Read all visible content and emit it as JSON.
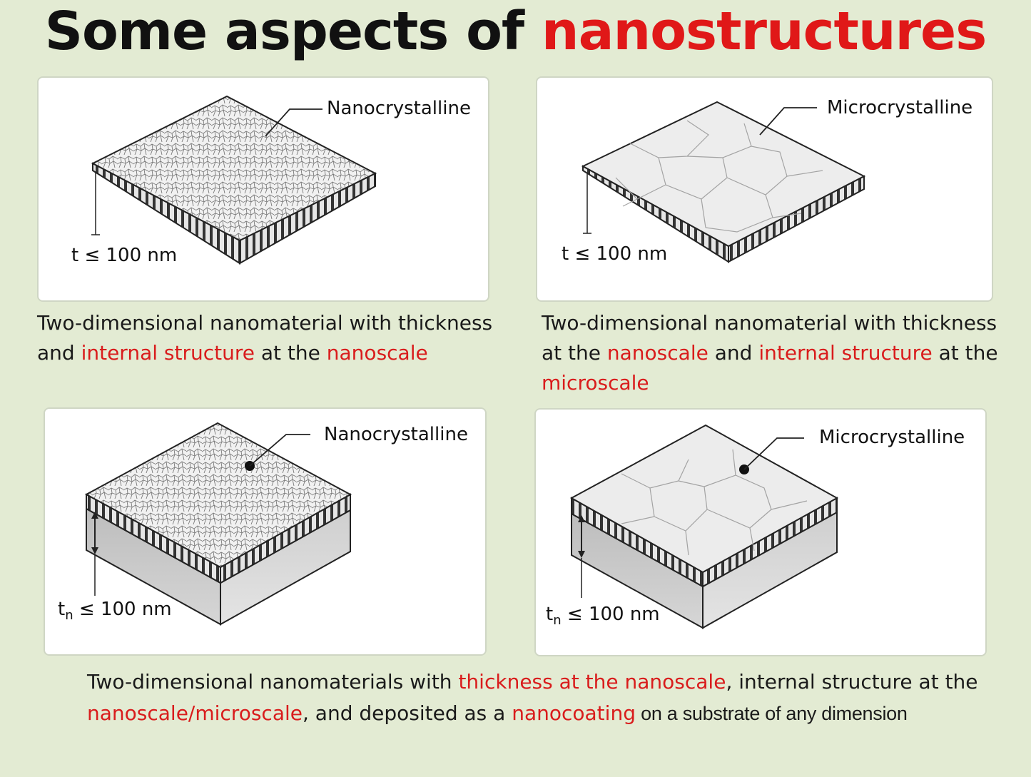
{
  "title": {
    "prefix": "Some aspects of ",
    "highlight": "nanostructures"
  },
  "panels": [
    {
      "label": "Nanocrystalline",
      "thickness": "t ≤ 100 nm"
    },
    {
      "label": "Microcrystalline",
      "thickness": "t ≤ 100 nm"
    },
    {
      "label": "Nanocrystalline",
      "thickness_symbol": "t",
      "thickness_sub": "n",
      "thickness_rest": " ≤ 100 nm"
    },
    {
      "label": "Microcrystalline",
      "thickness_symbol": "t",
      "thickness_sub": "n",
      "thickness_rest": " ≤ 100 nm"
    }
  ],
  "captions": {
    "top_left": {
      "p1": "Two-dimensional nanomaterial with thickness and ",
      "h1": "internal structure",
      "p2": " at the ",
      "h2": "nanoscale"
    },
    "top_right": {
      "p1": "Two-dimensional nanomaterial with thickness at the ",
      "h1": "nanoscale",
      "p2": " and ",
      "h2": "internal structure",
      "p3": " at the ",
      "h3": "microscale"
    },
    "bottom": {
      "p1": "Two-dimensional nanomaterials with ",
      "h1": "thickness at the nanoscale",
      "p2": ",  internal structure at the ",
      "h2": "nanoscale/microscale",
      "p3": ", and deposited as a ",
      "h3": "nanocoating",
      "p4": " on a substrate of any dimension"
    }
  },
  "colors": {
    "accent": "#e01818",
    "background": "#e3ebd3"
  }
}
